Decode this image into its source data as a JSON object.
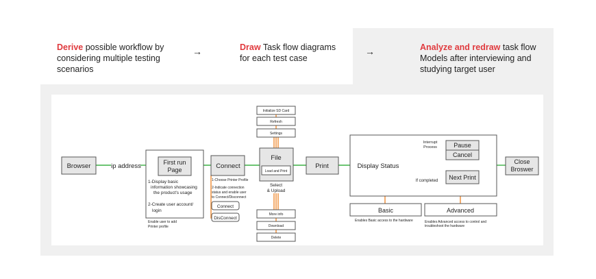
{
  "steps": [
    {
      "highlight": "Derive",
      "text": "possible workflow by",
      "line2": "considering multiple testing",
      "line3": "scenarios"
    },
    {
      "highlight": "Draw",
      "text": "Task flow diagrams",
      "line2": "for each test case",
      "line3": ""
    },
    {
      "highlight": "Analyze and redraw",
      "text": "task flow",
      "line2": "Models after interviewing and",
      "line3": "studying target user"
    }
  ],
  "arrow_glyph": "→",
  "colors": {
    "accent": "#e03a3e",
    "green": "#3cb043",
    "orange": "#f08a30",
    "teal": "#3fa9c9",
    "panel": "#f0f0f0"
  },
  "diagram": {
    "browser": "Browser",
    "ip_address": "ip address",
    "first_run": [
      "First run",
      "Page"
    ],
    "first_run_notes": [
      "1-Display basic",
      "information showcasing",
      "the product's usage",
      "2-Create user account/",
      "login"
    ],
    "enable_user": [
      "Enable user to add",
      "Printer profile"
    ],
    "connect": "Connect",
    "connect_notes": [
      "1-Choose Printer Profile",
      "2-Indicate connection",
      "status and enable user",
      "to Connect/Disconnect"
    ],
    "connect_btn": "Connect",
    "disconnect_btn": "DisConnect",
    "sd_items": [
      "Initialize SD Card",
      "Refresh",
      "Settings"
    ],
    "file": "File",
    "load_print": "Load and Print",
    "select_upload": [
      "Select",
      "& Upload"
    ],
    "file_items": [
      "More info",
      "Download",
      "Delete"
    ],
    "print": "Print",
    "display_status": "Display Status",
    "interrupt": [
      "Interrupt",
      "Process"
    ],
    "pause": "Pause",
    "cancel": "Cancel",
    "if_completed": "If completed",
    "next_print": "Next Print",
    "close_browser": [
      "Close",
      "Broswer"
    ],
    "basic": "Basic",
    "basic_note": "Enables Basic access to the hardware",
    "advanced": "Advanced",
    "advanced_note": [
      "Enables Advanced access to control and",
      "troubleshoot the hardware"
    ]
  }
}
